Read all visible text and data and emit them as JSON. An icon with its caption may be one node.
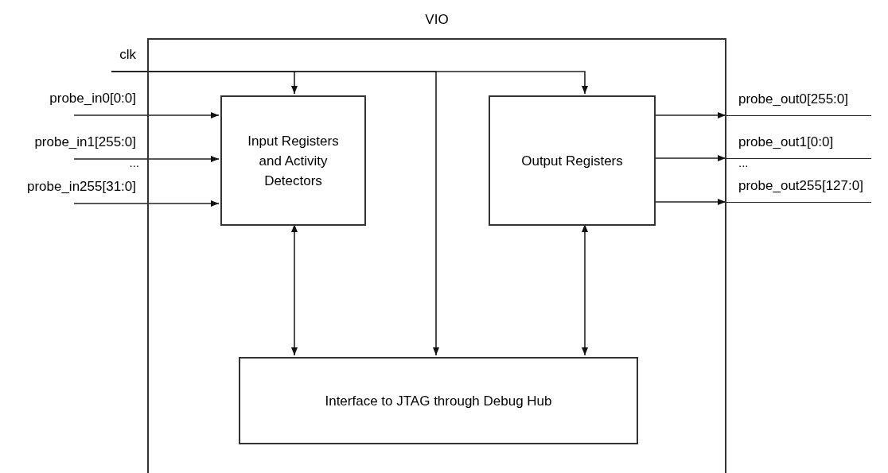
{
  "diagram": {
    "nodes": [
      {
        "text": [
          "VIO"
        ]
      },
      {
        "text": [
          "Input Registers and Activity Detectors"
        ],
        "in": 0
      },
      {
        "text": [
          "Output Registers"
        ],
        "in": 0
      },
      {
        "text": [
          "Interface to JTAG through Debug Hub"
        ],
        "in": 0
      },
      {
        "text": [
          "clk"
        ]
      },
      {
        "text": [
          "probe_in0[0:0]"
        ]
      },
      {
        "text": [
          "probe_in1[255:0]"
        ]
      },
      {
        "text": [
          "probe_in255[31:0]"
        ]
      },
      {
        "text": [
          "probe_out0[255:0]"
        ]
      },
      {
        "text": [
          "probe_out1[0:0]"
        ]
      },
      {
        "text": [
          "probe_out255[127:0]"
        ]
      }
    ],
    "edges": [
      {
        "from": 4,
        "to": 1,
        "arrow": "to"
      },
      {
        "from": 4,
        "to": 3,
        "arrow": "to"
      },
      {
        "from": 4,
        "to": 2,
        "arrow": "to"
      },
      {
        "from": 5,
        "to": 1,
        "arrow": "to"
      },
      {
        "from": 6,
        "to": 1,
        "arrow": "to"
      },
      {
        "from": 7,
        "to": 1,
        "arrow": "to"
      },
      {
        "from": 2,
        "to": 8,
        "arrow": "to"
      },
      {
        "from": 2,
        "to": 9,
        "arrow": "to"
      },
      {
        "from": 2,
        "to": 10,
        "arrow": "to"
      },
      {
        "from": 1,
        "to": 3,
        "arrow": "both"
      },
      {
        "from": 2,
        "to": 3,
        "arrow": "both"
      }
    ],
    "labels": [
      "...",
      "..."
    ]
  }
}
